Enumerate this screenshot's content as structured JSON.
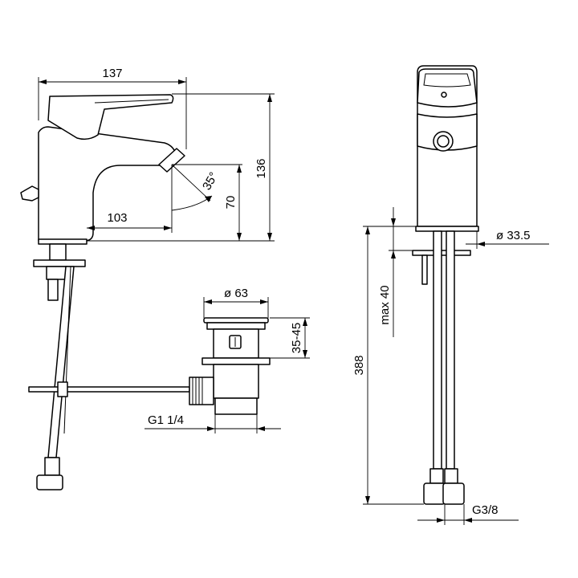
{
  "dimensions": {
    "overall_width": "137",
    "overall_height": "136",
    "spout_reach": "103",
    "spout_height": "70",
    "spout_angle": "35°",
    "waste_diameter": "ø 63",
    "waste_adjust": "35-45",
    "waste_thread": "G1 1/4",
    "body_diameter": "ø 33.5",
    "deck_thickness": "max 40",
    "hose_length": "388",
    "hose_thread": "G3/8"
  }
}
